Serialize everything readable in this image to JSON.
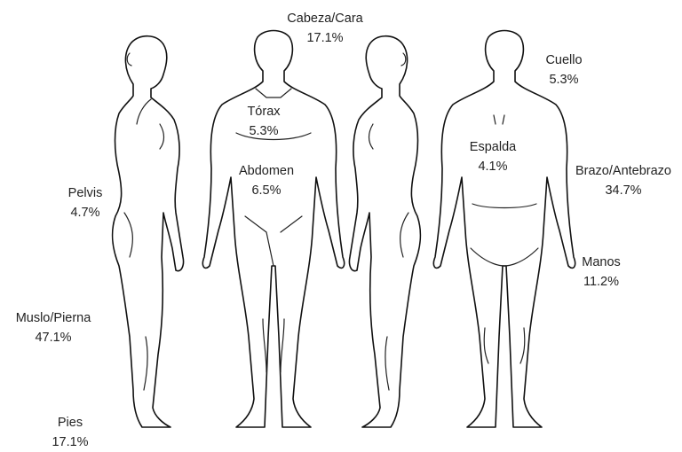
{
  "regions": [
    {
      "key": "cabeza",
      "name": "Cabeza/Cara",
      "value": "17.1%"
    },
    {
      "key": "cuello",
      "name": "Cuello",
      "value": "5.3%"
    },
    {
      "key": "torax",
      "name": "Tórax",
      "value": "5.3%"
    },
    {
      "key": "espalda",
      "name": "Espalda",
      "value": "4.1%"
    },
    {
      "key": "abdomen",
      "name": "Abdomen",
      "value": "6.5%"
    },
    {
      "key": "brazo",
      "name": "Brazo/Antebrazo",
      "value": "34.7%"
    },
    {
      "key": "pelvis",
      "name": "Pelvis",
      "value": "4.7%"
    },
    {
      "key": "manos",
      "name": "Manos",
      "value": "11.2%"
    },
    {
      "key": "muslo",
      "name": "Muslo/Pierna",
      "value": "47.1%"
    },
    {
      "key": "pies",
      "name": "Pies",
      "value": "17.1%"
    }
  ]
}
